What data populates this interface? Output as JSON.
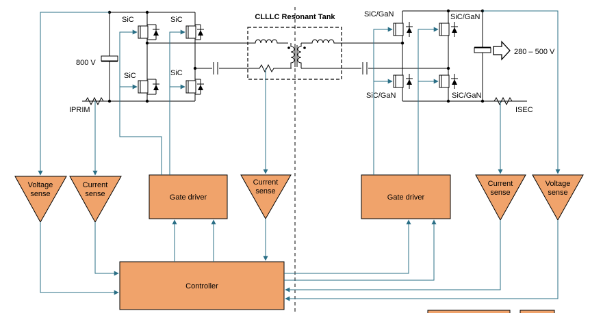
{
  "diagram": {
    "tank_title": "CLLLC Resonant Tank",
    "primary": {
      "switch_labels": [
        "SiC",
        "SiC",
        "SiC",
        "SiC"
      ],
      "bus_voltage": "800 V",
      "current_shunt": "IPRIM"
    },
    "secondary": {
      "switch_labels": [
        "SiC/GaN",
        "SiC/GaN",
        "SiC/GaN",
        "SiC/GaN"
      ],
      "output_voltage": "280 – 500 V",
      "current_shunt": "ISEC"
    },
    "blocks": {
      "voltage_sense_left": [
        "Voltage",
        "sense"
      ],
      "current_sense_left": [
        "Current",
        "sense"
      ],
      "gate_driver_left": "Gate driver",
      "current_sense_mid": [
        "Current",
        "sense"
      ],
      "gate_driver_right": "Gate driver",
      "current_sense_right": [
        "Current",
        "sense"
      ],
      "voltage_sense_right": [
        "Voltage",
        "sense"
      ],
      "controller": "Controller"
    },
    "colors": {
      "block_fill": "#f0a36b",
      "signal_line": "#2a6f86",
      "power_line": "#000000"
    }
  }
}
